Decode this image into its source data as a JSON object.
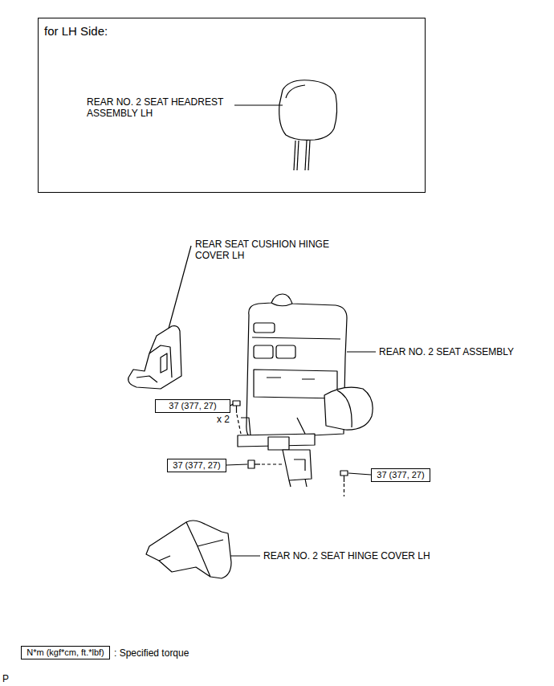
{
  "diagram": {
    "nodes": [
      {
        "text": [
          "for LH Side:",
          "REAR NO. 2 SEAT HEADREST ASSEMBLY LH"
        ]
      },
      {
        "text": [
          "37 (377, 27)"
        ]
      },
      {
        "text": [
          "37 (377, 27)"
        ]
      },
      {
        "text": [
          "37 (377, 27)"
        ]
      },
      {
        "text": [
          "N*m (kgf*cm, ft.*lbf)"
        ]
      }
    ],
    "labels": [
      "REAR SEAT CUSHION HINGE COVER LH",
      "REAR NO. 2 SEAT ASSEMBLY",
      "x 2",
      "REAR NO. 2 SEAT HINGE COVER LH",
      ": Specified torque",
      "P"
    ]
  }
}
